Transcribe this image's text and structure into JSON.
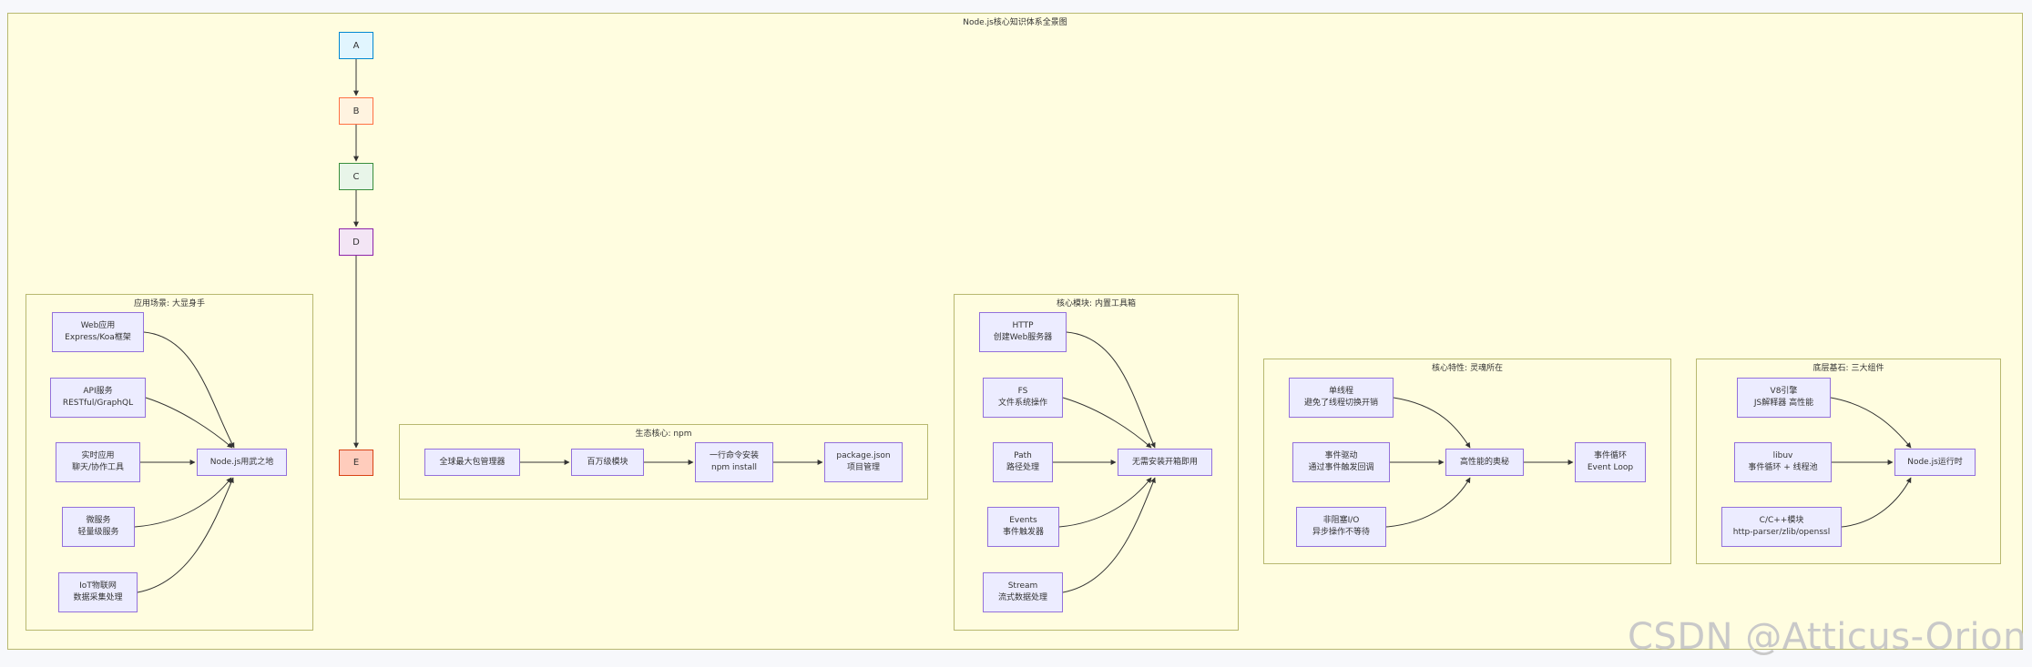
{
  "outer_title": "Node.js核心知识体系全景图",
  "clusters": {
    "app": {
      "title": "应用场景: 大显身手"
    },
    "eco": {
      "title": "生态核心: npm"
    },
    "core": {
      "title": "核心模块: 内置工具箱"
    },
    "feat": {
      "title": "核心特性: 灵魂所在"
    },
    "base": {
      "title": "底层基石: 三大组件"
    }
  },
  "nodes": {
    "A": {
      "label": "A",
      "fill": "#e1f5fe",
      "stroke": "#0288d1"
    },
    "B": {
      "label": "B",
      "fill": "#fff3e0",
      "stroke": "#ff7043"
    },
    "C": {
      "label": "C",
      "fill": "#e8f5e9",
      "stroke": "#388e3c"
    },
    "D": {
      "label": "D",
      "fill": "#f3e5f5",
      "stroke": "#8e24aa"
    },
    "E": {
      "label": "E",
      "fill": "#ffccbc",
      "stroke": "#d84315"
    },
    "web": {
      "l1": "Web应用",
      "l2": "Express/Koa框架"
    },
    "api": {
      "l1": "API服务",
      "l2": "RESTful/GraphQL"
    },
    "rt": {
      "l1": "实时应用",
      "l2": "聊天/协作工具"
    },
    "micro": {
      "l1": "微服务",
      "l2": "轻量级服务"
    },
    "iot": {
      "l1": "IoT物联网",
      "l2": "数据采集处理"
    },
    "nodeuse": {
      "l1": "Node.js用武之地"
    },
    "reg": {
      "l1": "全球最大包管理器"
    },
    "mods": {
      "l1": "百万级模块"
    },
    "inst": {
      "l1": "一行命令安装",
      "l2": "npm install"
    },
    "pkg": {
      "l1": "package.json",
      "l2": "项目管理"
    },
    "http": {
      "l1": "HTTP",
      "l2": "创建Web服务器"
    },
    "fs": {
      "l1": "FS",
      "l2": "文件系统操作"
    },
    "path": {
      "l1": "Path",
      "l2": "路径处理"
    },
    "events": {
      "l1": "Events",
      "l2": "事件触发器"
    },
    "stream": {
      "l1": "Stream",
      "l2": "流式数据处理"
    },
    "nobox": {
      "l1": "无需安装开箱即用"
    },
    "single": {
      "l1": "单线程",
      "l2": "避免了线程切换开销"
    },
    "evdrv": {
      "l1": "事件驱动",
      "l2": "通过事件触发回调"
    },
    "nbio": {
      "l1": "非阻塞I/O",
      "l2": "异步操作不等待"
    },
    "perf": {
      "l1": "高性能的奥秘"
    },
    "loop": {
      "l1": "事件循环",
      "l2": "Event Loop"
    },
    "v8": {
      "l1": "V8引擎",
      "l2": "JS解释器 高性能"
    },
    "libuv": {
      "l1": "libuv",
      "l2": "事件循环 + 线程池"
    },
    "cpp": {
      "l1": "C/C++模块",
      "l2": "http-parser/zlib/openssl"
    },
    "runtime": {
      "l1": "Node.js运行时"
    }
  },
  "watermark": "CSDN @Atticus-Orion"
}
